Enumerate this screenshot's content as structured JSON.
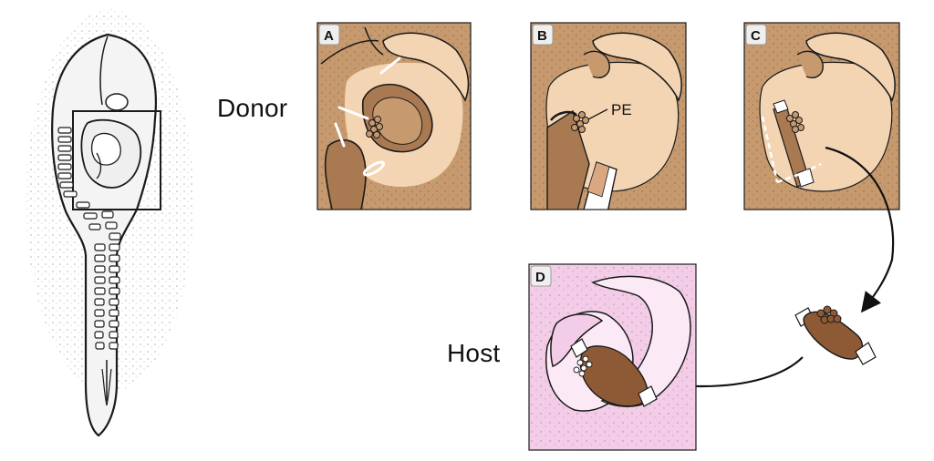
{
  "labels": {
    "donor": "Donor",
    "host": "Host",
    "pe": "PE"
  },
  "panels": [
    {
      "letter": "A"
    },
    {
      "letter": "B"
    },
    {
      "letter": "C"
    },
    {
      "letter": "D"
    }
  ],
  "colors": {
    "tissue": "#c69a6e",
    "tissue_light": "#f3d5b4",
    "tissue_dark": "#a97a52",
    "host_background": "#f3cde8",
    "host_light": "#fbeaf6",
    "explant": "#8e5a36",
    "outline": "#1a1a1a"
  }
}
